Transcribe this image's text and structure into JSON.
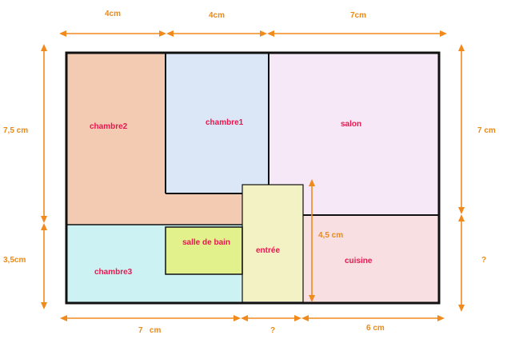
{
  "colors": {
    "chambre2": "#f3cbb3",
    "chambre1": "#dbe6f6",
    "salon": "#f6e8f6",
    "chambre3": "#cdf2f3",
    "salle_de_bain": "#e2f18b",
    "entree": "#f3f2c4",
    "cuisine": "#f8dfe1",
    "room_text": "#e8174f",
    "dimension": "#f08a1c",
    "wall": "#111111"
  },
  "rooms": {
    "chambre2": "chambre2",
    "chambre1": "chambre1",
    "salon": "salon",
    "chambre3": "chambre3",
    "salle_de_bain": "salle de bain",
    "entree": "entrée",
    "cuisine": "cuisine"
  },
  "dimensions": {
    "top_left": "4cm",
    "top_middle": "4cm",
    "top_right": "7cm",
    "left_upper": "7,5 cm",
    "left_lower": "3,5cm",
    "right_upper": "7 cm",
    "right_lower": "?",
    "bottom_left": "7   cm",
    "bottom_middle": "?",
    "bottom_right": "6 cm",
    "entree_height": "4,5 cm"
  }
}
